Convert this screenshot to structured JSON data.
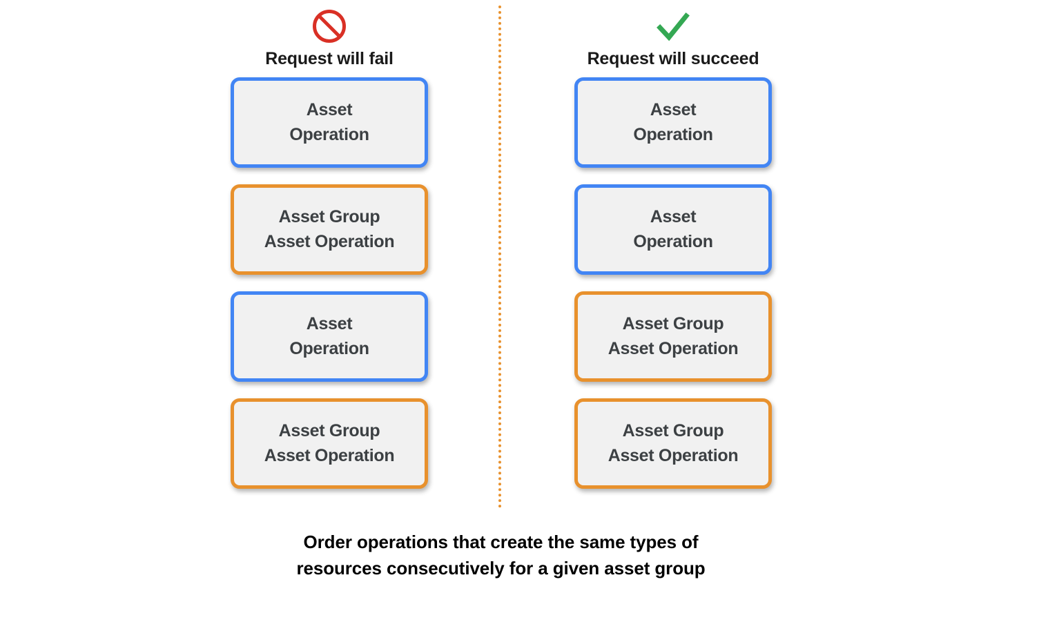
{
  "diagram": {
    "title_caption": "Order operations that create the same types of\nresources consecutively for a given asset group",
    "divider": {
      "style": "dotted",
      "color": "#e8912d"
    },
    "colors": {
      "asset_operation_border": "#4285f4",
      "asset_group_asset_operation_border": "#e8912d",
      "box_fill": "#f1f1f1",
      "box_text": "#3c4043",
      "fail_icon": "#d93025",
      "succeed_icon": "#34a853",
      "header_text": "#1a1a1a",
      "caption_text": "#000000"
    },
    "columns": [
      {
        "id": "fail",
        "icon": "prohibition-icon",
        "title": "Request will fail",
        "boxes": [
          {
            "type": "asset-operation",
            "label": "Asset\nOperation",
            "color": "blue"
          },
          {
            "type": "asset-group-asset-operation",
            "label": "Asset Group\nAsset Operation",
            "color": "orange"
          },
          {
            "type": "asset-operation",
            "label": "Asset\nOperation",
            "color": "blue"
          },
          {
            "type": "asset-group-asset-operation",
            "label": "Asset Group\nAsset Operation",
            "color": "orange"
          }
        ]
      },
      {
        "id": "succeed",
        "icon": "checkmark-icon",
        "title": "Request will succeed",
        "boxes": [
          {
            "type": "asset-operation",
            "label": "Asset\nOperation",
            "color": "blue"
          },
          {
            "type": "asset-operation",
            "label": "Asset\nOperation",
            "color": "blue"
          },
          {
            "type": "asset-group-asset-operation",
            "label": "Asset Group\nAsset Operation",
            "color": "orange"
          },
          {
            "type": "asset-group-asset-operation",
            "label": "Asset Group\nAsset Operation",
            "color": "orange"
          }
        ]
      }
    ]
  }
}
